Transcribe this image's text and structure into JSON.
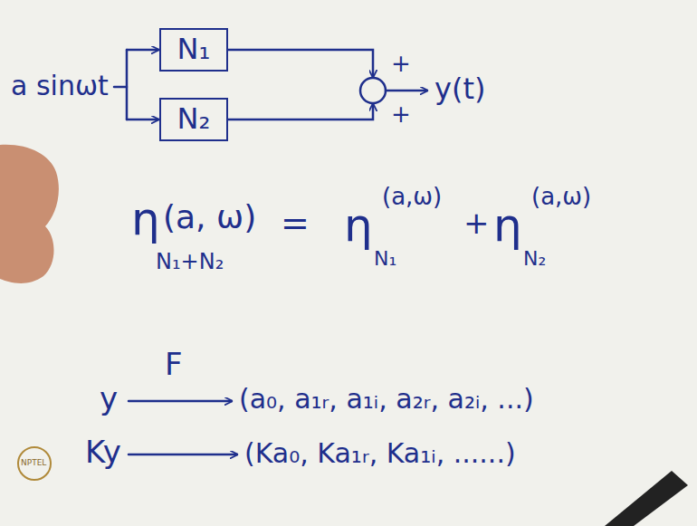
{
  "diagram": {
    "nodes": [
      {
        "text": [
          "N₁"
        ]
      },
      {
        "text": [
          "N₂"
        ]
      }
    ],
    "labels": [
      "a sinωt",
      "+",
      "+",
      "y(t)",
      "η",
      "(a, ω)",
      "N₁+N₂",
      "=",
      "η",
      "(a,ω)",
      "N₁",
      "+",
      "η",
      "(a,ω)",
      "N₂",
      "F",
      "y",
      "(a₀, a₁ᵣ, a₁ᵢ, a₂ᵣ, a₂ᵢ, ...)",
      "Ky",
      "(Ka₀, Ka₁ᵣ, Ka₁ᵢ, ......)",
      "NPTEL"
    ]
  }
}
